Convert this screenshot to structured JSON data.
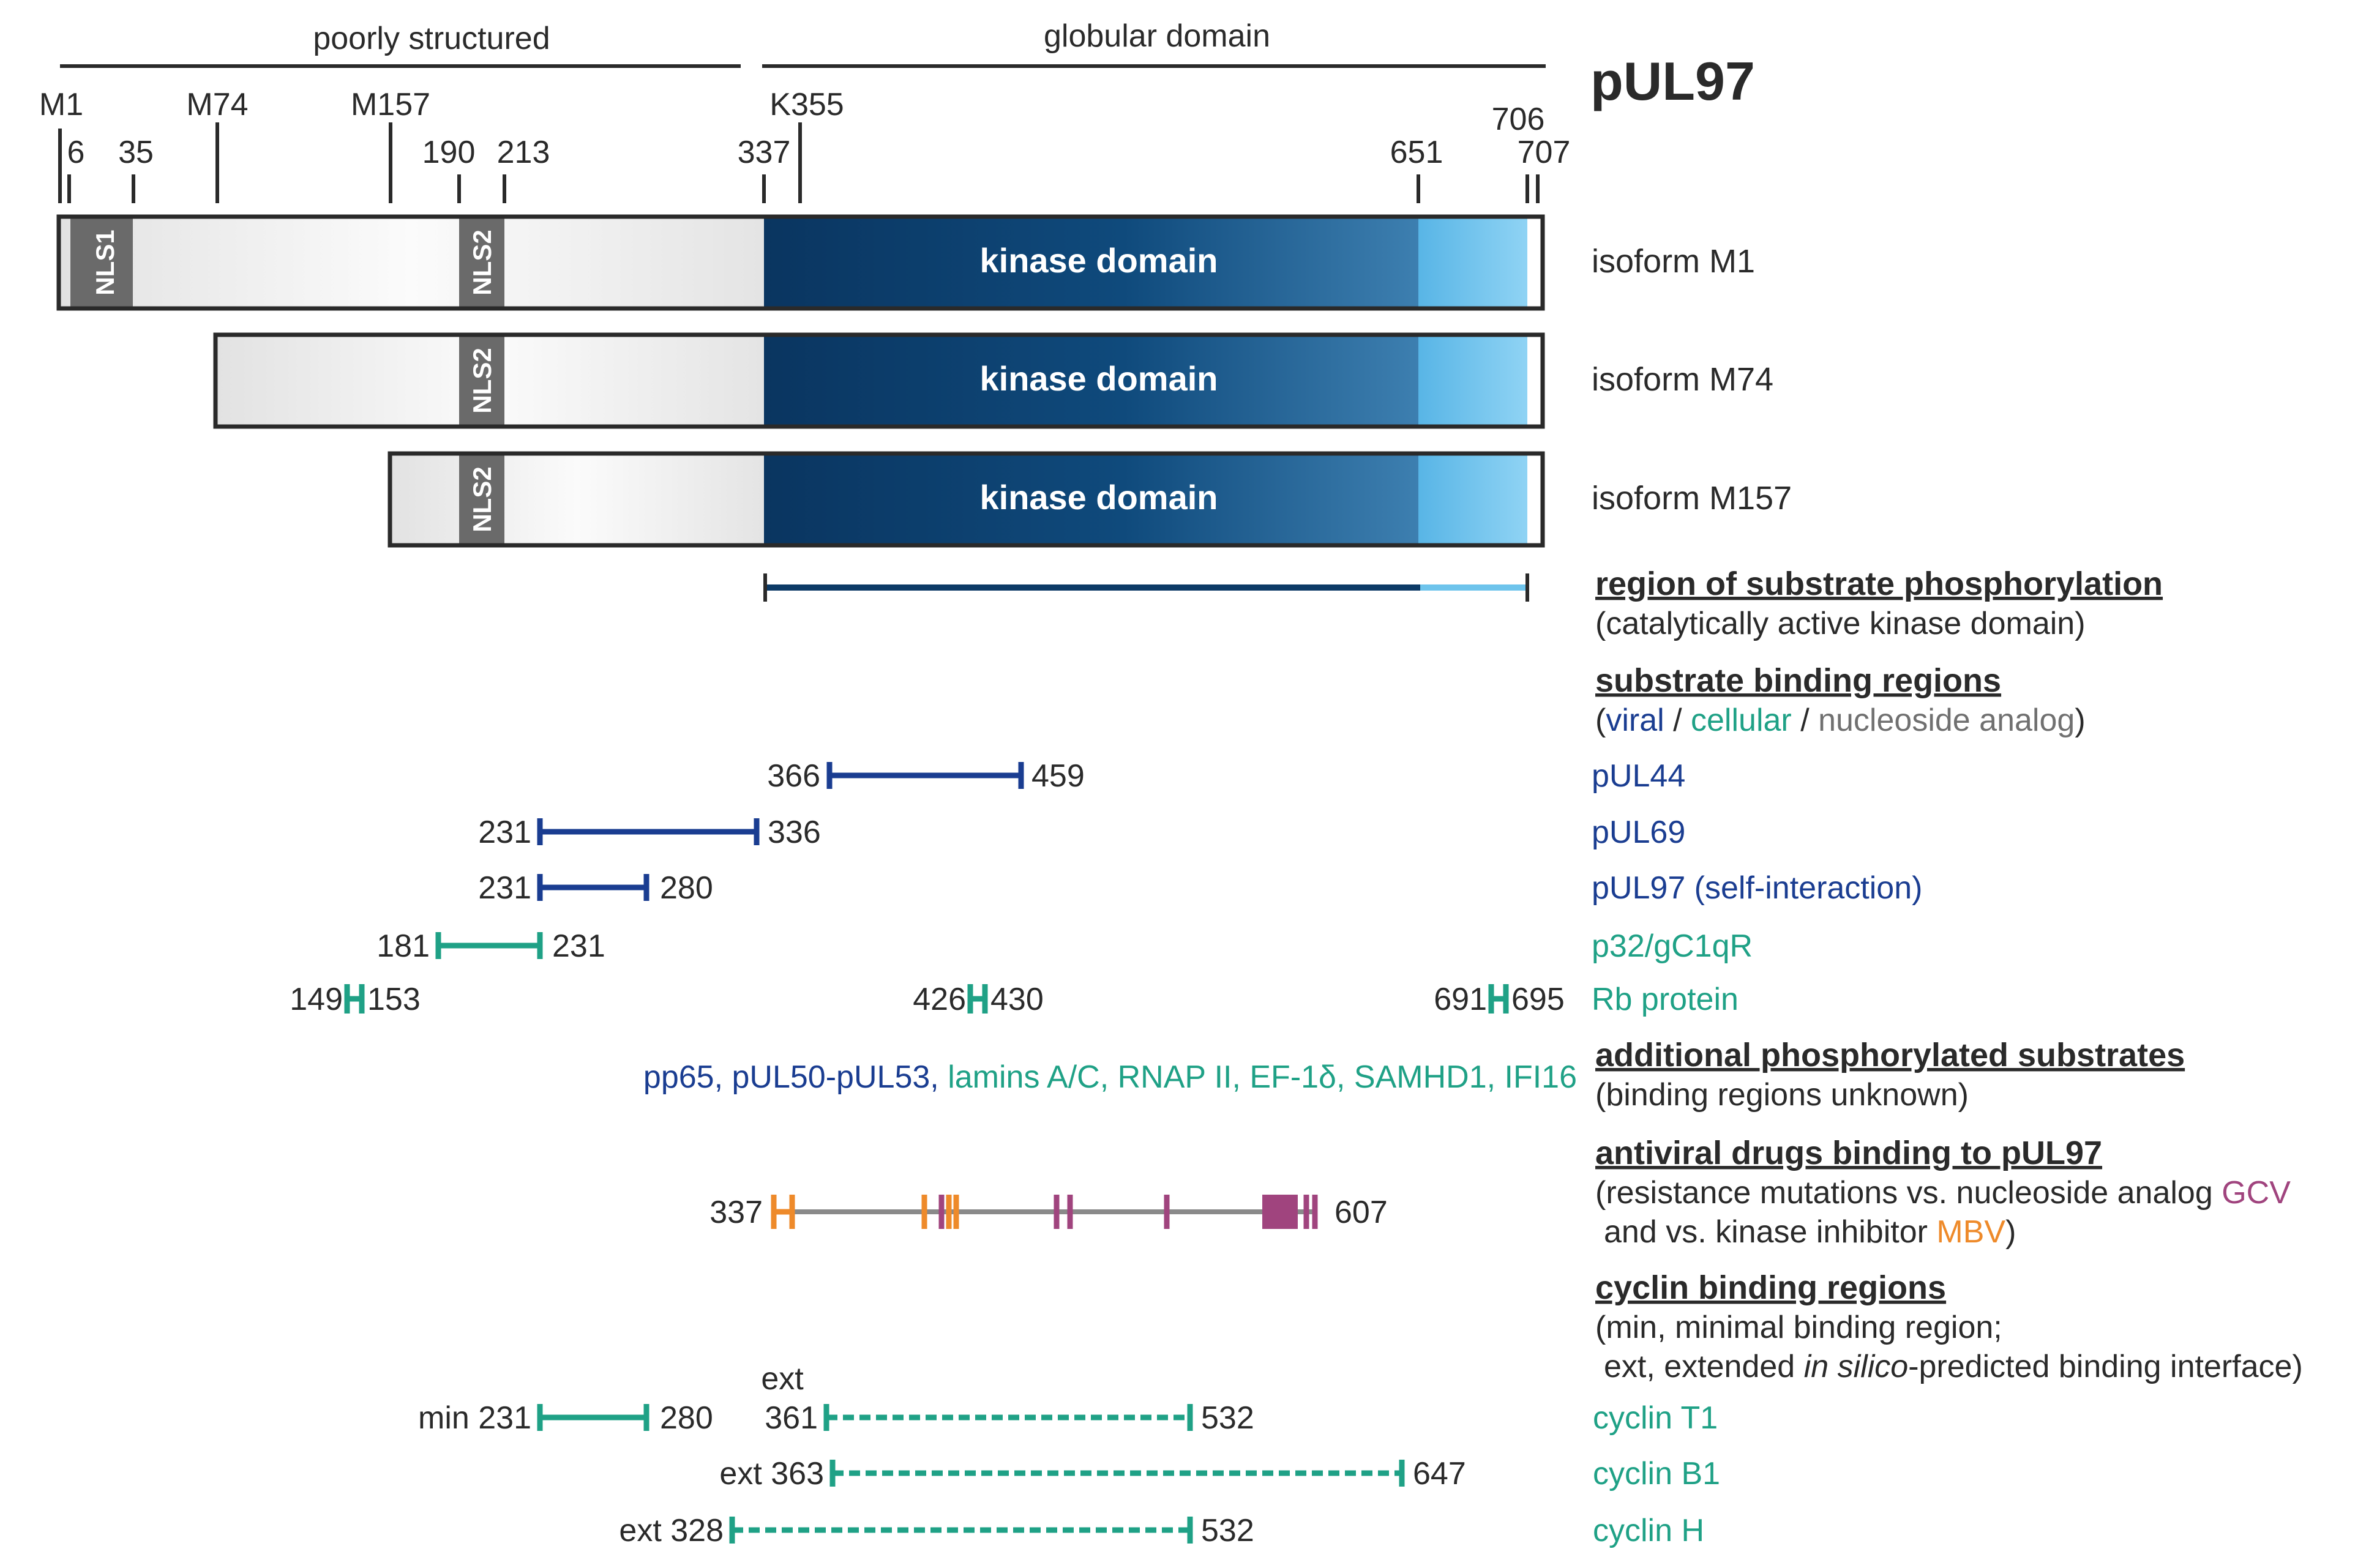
{
  "title": "pUL97",
  "domains": {
    "poorly_structured": "poorly structured",
    "globular": "globular domain"
  },
  "positions": {
    "M1": "M1",
    "M74": "M74",
    "M157": "M157",
    "K355": "K355",
    "p6": "6",
    "p35": "35",
    "p190": "190",
    "p213": "213",
    "p337": "337",
    "p651": "651",
    "p706": "706",
    "p707": "707"
  },
  "isoforms": [
    {
      "label": "isoform M1",
      "nls1": "NLS1",
      "nls2": "NLS2",
      "kinase": "kinase domain"
    },
    {
      "label": "isoform M74",
      "nls2": "NLS2",
      "kinase": "kinase domain"
    },
    {
      "label": "isoform M157",
      "nls2": "NLS2",
      "kinase": "kinase domain"
    }
  ],
  "sections": {
    "phospho_title": "region of substrate phosphorylation",
    "phospho_sub": "(catalytically active kinase domain)",
    "binding_title": "substrate binding regions",
    "binding_sub_open": "(",
    "binding_sub_viral": "viral",
    "binding_sub_sep1": " / ",
    "binding_sub_cellular": "cellular",
    "binding_sub_sep2": " / ",
    "binding_sub_nuc": "nucleoside analog",
    "binding_sub_close": ")",
    "additional_title": "additional phosphorylated substrates",
    "additional_sub": "(binding regions unknown)",
    "additional_viral": "pp65, pUL50-pUL53,",
    "additional_cellular": "lamins A/C, RNAP II, EF-1δ, SAMHD1, IFI16",
    "drugs_title": "antiviral drugs binding to pUL97",
    "drugs_sub1_a": "(resistance mutations vs. nucleoside analog ",
    "drugs_sub1_gcv": "GCV",
    "drugs_sub2_a": "and vs. kinase inhibitor ",
    "drugs_sub2_mbv": "MBV",
    "drugs_sub2_close": ")",
    "drugs_start": "337",
    "drugs_end": "607",
    "cyclin_title": "cyclin binding regions",
    "cyclin_sub1": "(min, minimal binding region;",
    "cyclin_sub2_a": "ext, extended ",
    "cyclin_sub2_italic": "in silico",
    "cyclin_sub2_b": "-predicted binding interface)"
  },
  "substrates": [
    {
      "name": "pUL44",
      "start": "366",
      "end": "459"
    },
    {
      "name": "pUL69",
      "start": "231",
      "end": "336"
    },
    {
      "name": "pUL97 (self-interaction)",
      "start": "231",
      "end": "280"
    },
    {
      "name": "p32/gC1qR",
      "start": "181",
      "end": "231"
    }
  ],
  "rb": {
    "name": "Rb protein",
    "sites": [
      {
        "start": "149",
        "end": "153"
      },
      {
        "start": "426",
        "end": "430"
      },
      {
        "start": "691",
        "end": "695"
      }
    ]
  },
  "cyclins": {
    "t1": {
      "name": "cyclin T1",
      "min_label": "min 231",
      "min_end": "280",
      "ext_word": "ext",
      "ext_start": "361",
      "ext_end": "532"
    },
    "b1": {
      "name": "cyclin B1",
      "ext_label": "ext 363",
      "ext_end": "647"
    },
    "h": {
      "name": "cyclin H",
      "ext_label": "ext 328",
      "ext_end": "532"
    }
  },
  "colors": {
    "viral": "#1a3d91",
    "cellular": "#1fa186",
    "nucleoside": "#707070",
    "gcv": "#a0447e",
    "mbv": "#ee8a2a",
    "kinase_dark": "#0c3a66",
    "kinase_light": "#6ec4ec",
    "nls": "#6a6a6a",
    "text": "#2a2a2a"
  }
}
